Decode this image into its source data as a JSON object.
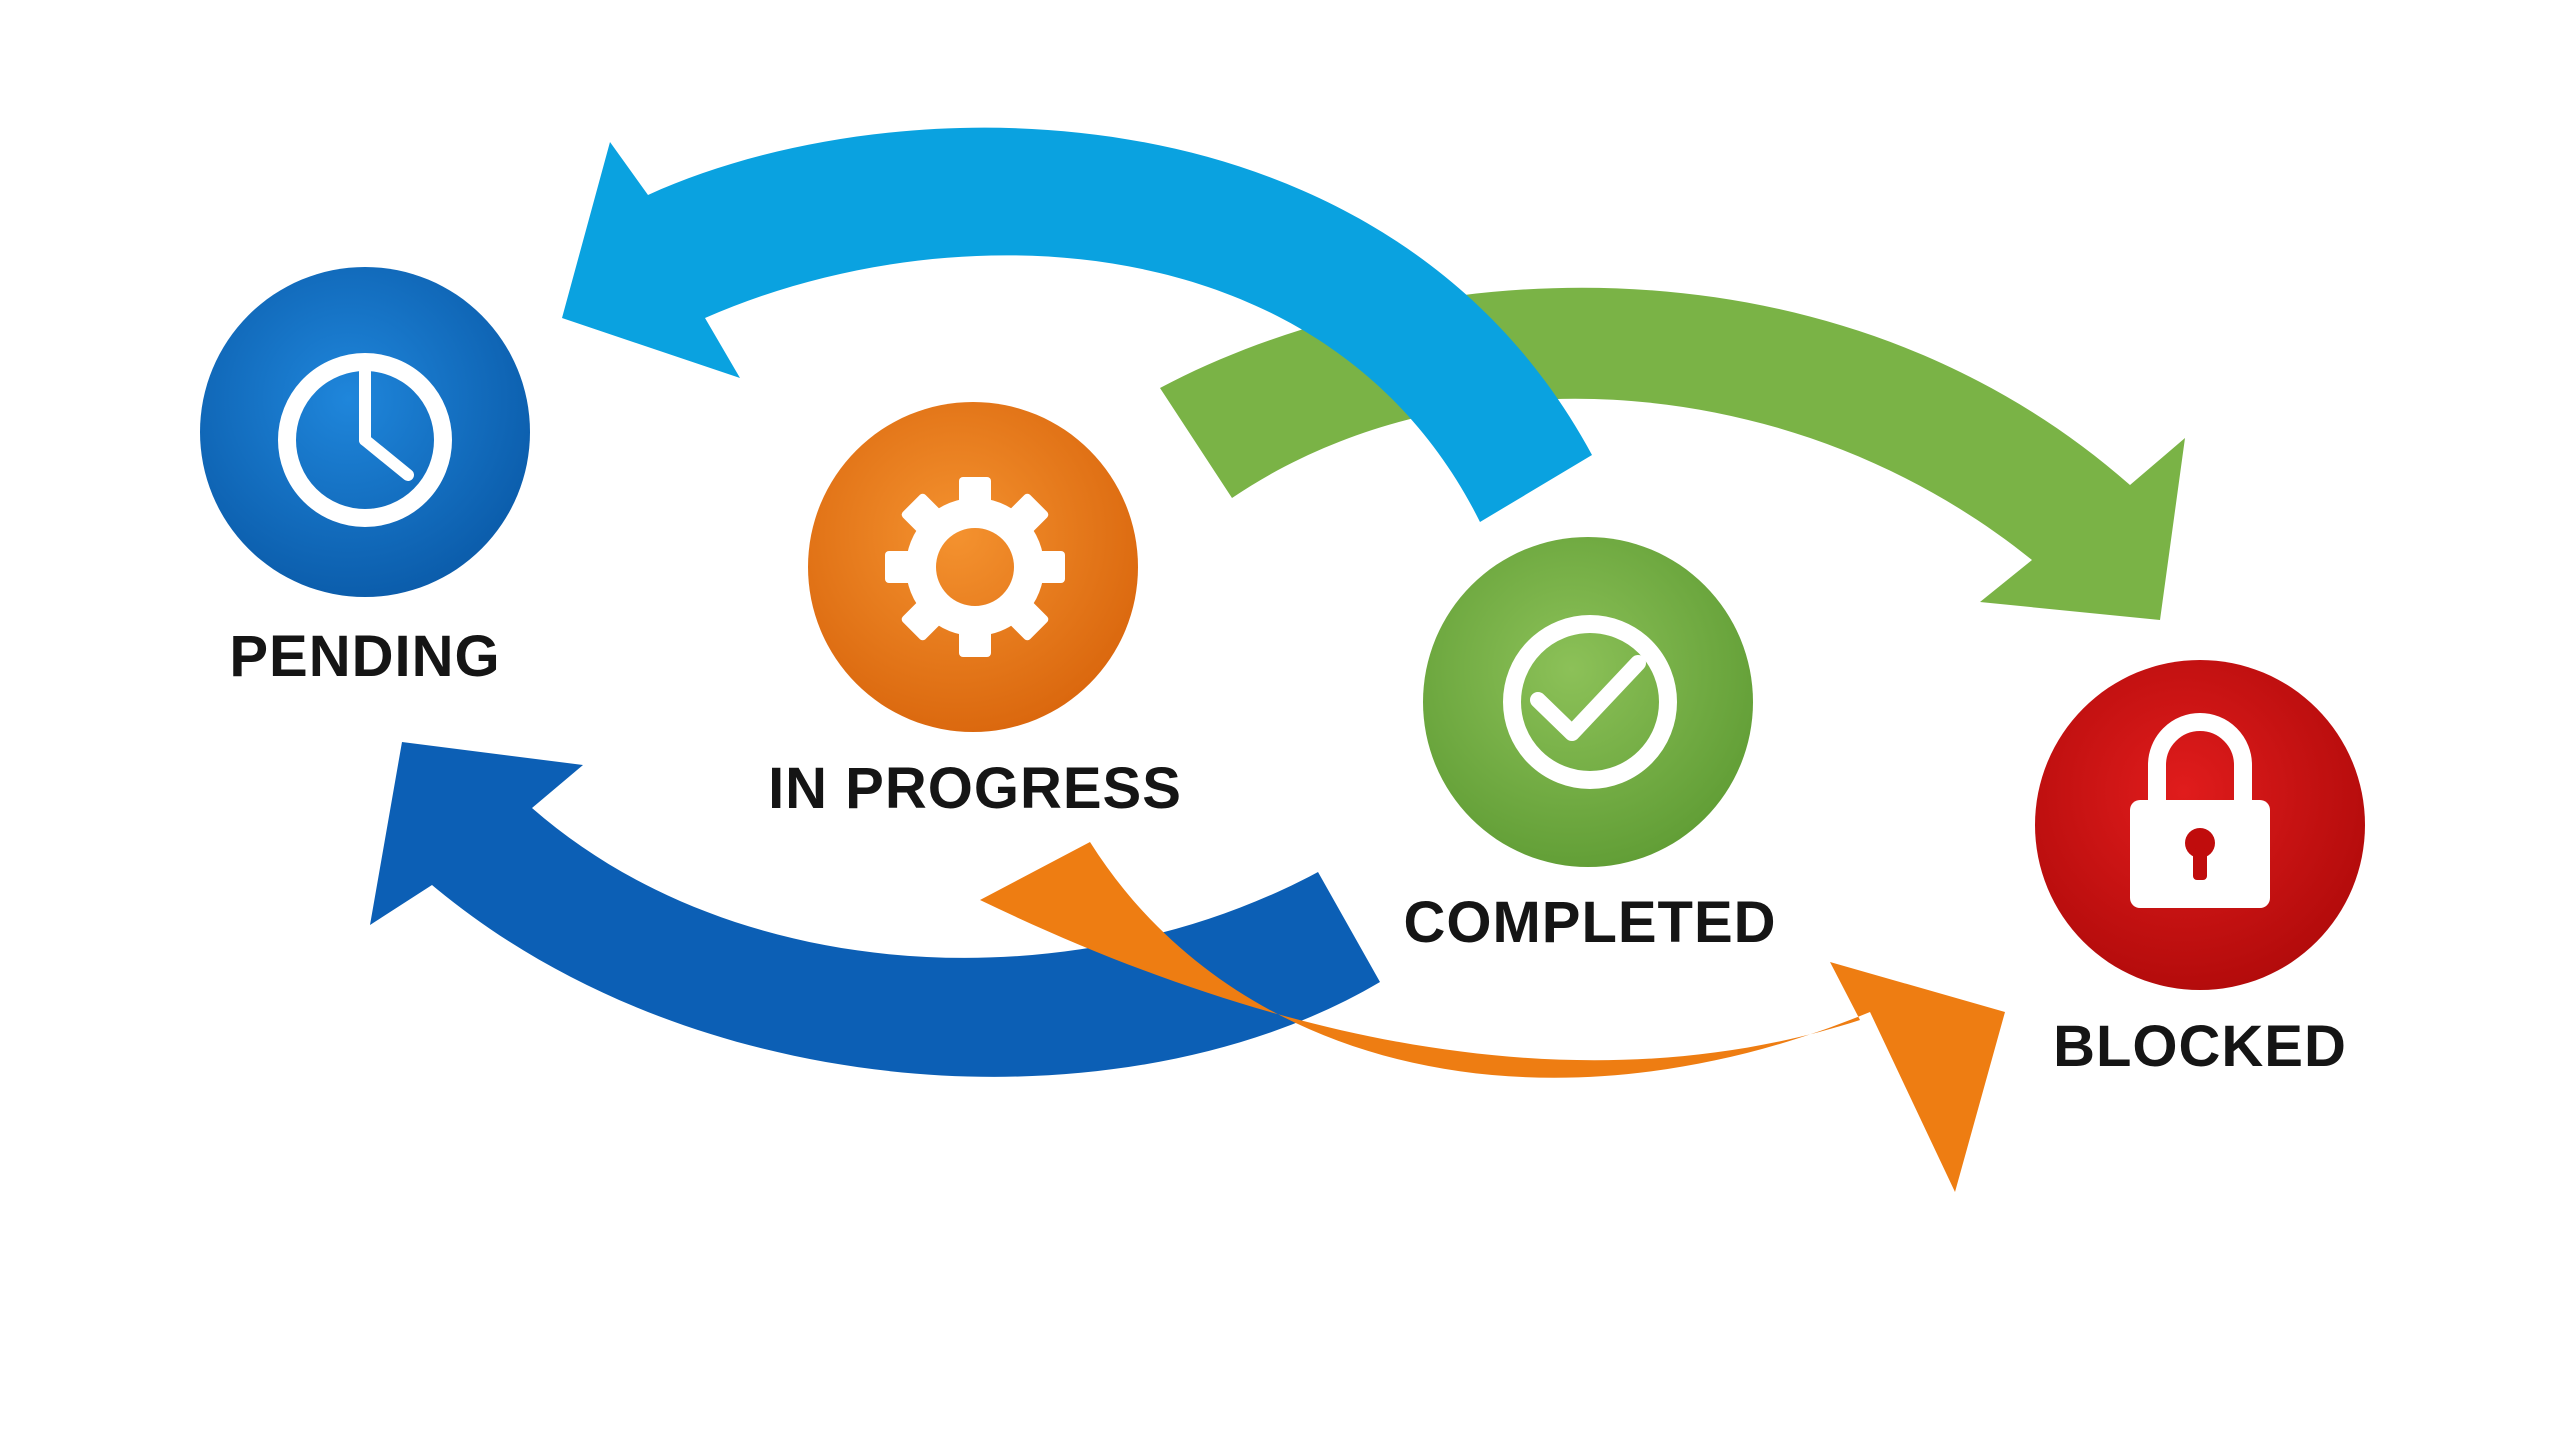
{
  "statuses": [
    {
      "id": "pending",
      "label": "PENDING",
      "color": "#0e6dc2",
      "icon": "clock-icon"
    },
    {
      "id": "in-progress",
      "label": "IN PROGRESS",
      "color": "#ec7a16",
      "icon": "gear-icon"
    },
    {
      "id": "completed",
      "label": "COMPLETED",
      "color": "#7ab346",
      "icon": "checkmark-icon"
    },
    {
      "id": "blocked",
      "label": "BLOCKED",
      "color": "#cc1010",
      "icon": "padlock-icon"
    }
  ],
  "arrows": [
    {
      "id": "completed-to-pending-top",
      "color": "#0aa2e0"
    },
    {
      "id": "completed-to-blocked",
      "color": "#7ab346"
    },
    {
      "id": "completed-to-pending-bottom",
      "color": "#0c5fb5"
    },
    {
      "id": "in-progress-to-blocked",
      "color": "#ee7d12"
    }
  ]
}
